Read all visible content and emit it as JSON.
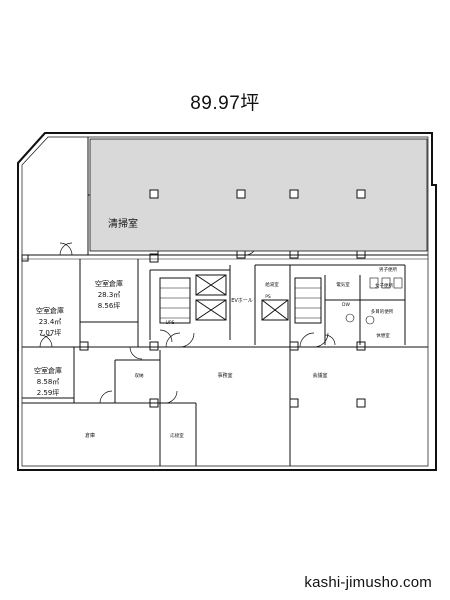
{
  "title": "89.97坪",
  "site": "kashi-jimusho.com",
  "highlight_color": "#d9d9d9",
  "rooms": {
    "cleaning": "清掃室",
    "warehouse_a": {
      "name": "空室倉庫",
      "sqm": "28.3㎡",
      "tsubo": "8.56坪"
    },
    "warehouse_b": {
      "name": "空室倉庫",
      "sqm": "23.4㎡",
      "tsubo": "7.07坪"
    },
    "warehouse_c": {
      "name": "空室倉庫",
      "sqm": "8.58㎡",
      "tsubo": "2.59坪"
    },
    "ev_hall": "EVホール",
    "kitchenette": "給湯室",
    "elec": "電気室",
    "toilet_m": "男子便所",
    "toilet_f": "女子便所",
    "multi_toilet": "多目的便所",
    "rest_area": "休憩室",
    "office": "事務室",
    "corridor_store": "倉庫",
    "meeting": "会議室",
    "reception": "応接室",
    "storage": "収納",
    "ps": "PS",
    "dw": "DW",
    "ups": "UPS"
  }
}
